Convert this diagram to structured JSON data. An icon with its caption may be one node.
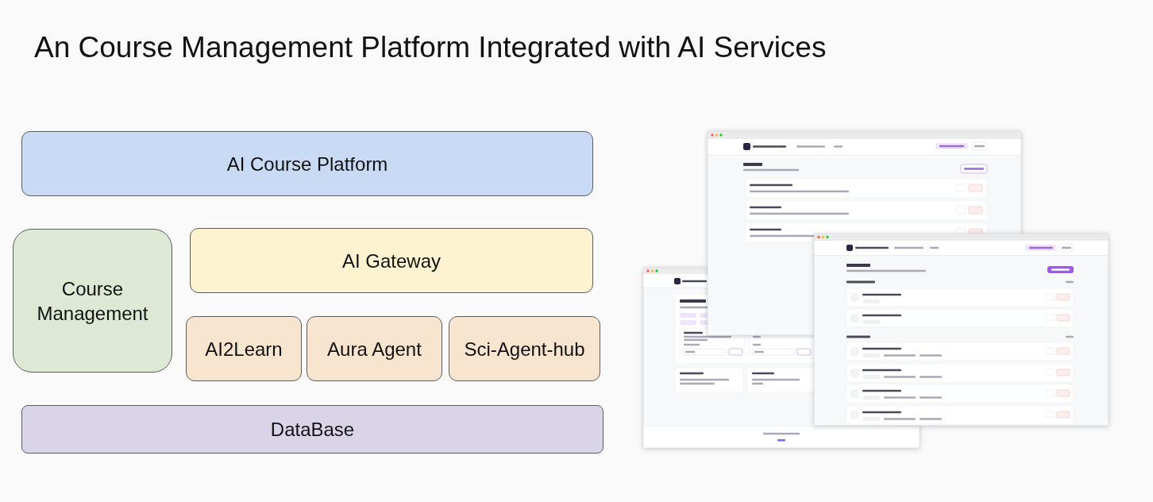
{
  "diagram": {
    "title": "An Course Management Platform Integrated with AI Services",
    "nodes": [
      {
        "text": [
          "AI Course Platform"
        ]
      },
      {
        "text": [
          "Course Management"
        ]
      },
      {
        "text": [
          "AI Gateway"
        ]
      },
      {
        "text": [
          "AI2Learn"
        ]
      },
      {
        "text": [
          "Aura Agent"
        ]
      },
      {
        "text": [
          "Sci-Agent-hub"
        ]
      },
      {
        "text": [
          "DataBase"
        ]
      }
    ]
  }
}
